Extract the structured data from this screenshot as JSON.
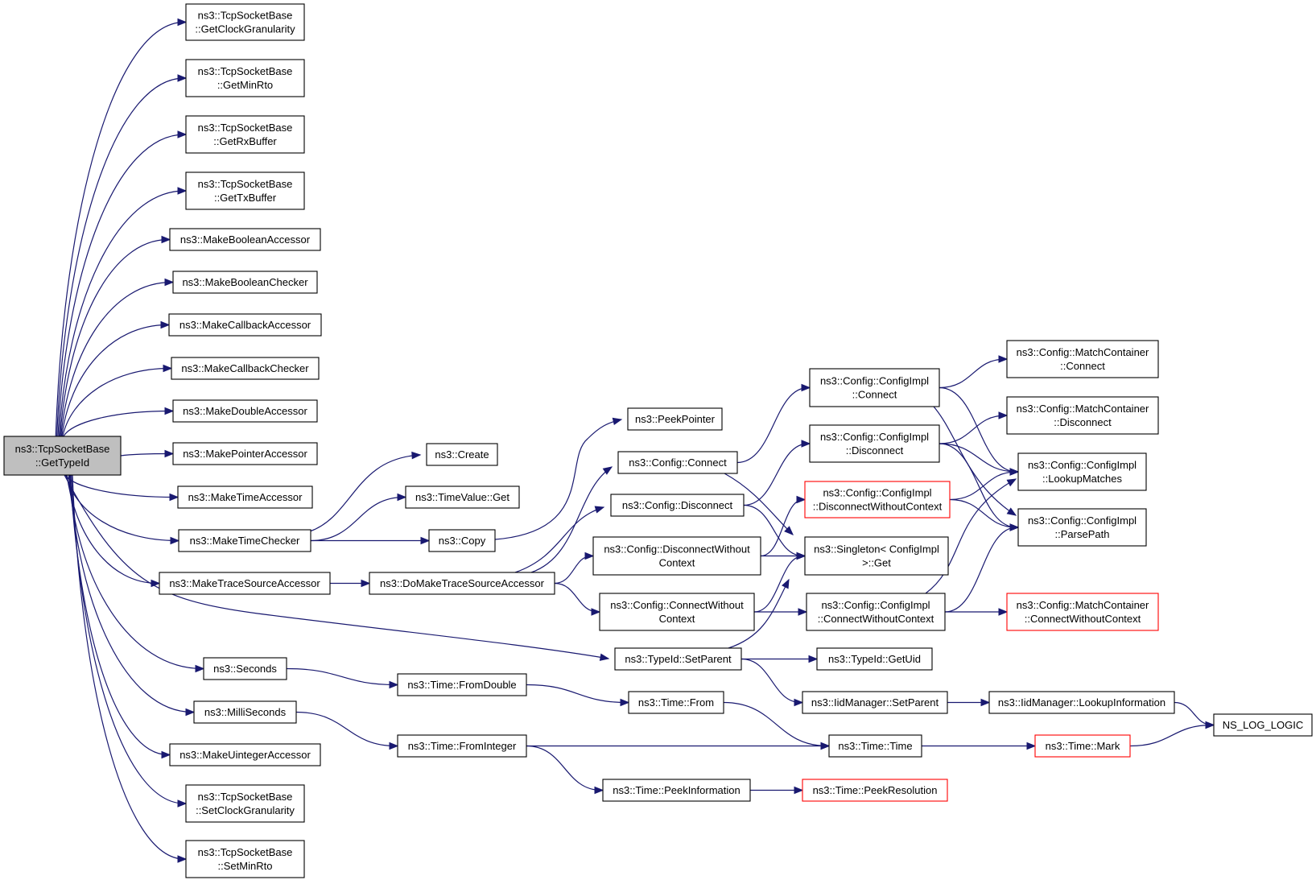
{
  "nodes": [
    {
      "id": "root",
      "lines": [
        "ns3::TcpSocketBase",
        "::GetTypeId"
      ],
      "style": "root"
    },
    {
      "id": "getClockGranularity",
      "lines": [
        "ns3::TcpSocketBase",
        "::GetClockGranularity"
      ]
    },
    {
      "id": "getMinRto",
      "lines": [
        "ns3::TcpSocketBase",
        "::GetMinRto"
      ]
    },
    {
      "id": "getRxBuffer",
      "lines": [
        "ns3::TcpSocketBase",
        "::GetRxBuffer"
      ]
    },
    {
      "id": "getTxBuffer",
      "lines": [
        "ns3::TcpSocketBase",
        "::GetTxBuffer"
      ]
    },
    {
      "id": "makeBooleanAccessor",
      "lines": [
        "ns3::MakeBooleanAccessor"
      ]
    },
    {
      "id": "makeBooleanChecker",
      "lines": [
        "ns3::MakeBooleanChecker"
      ]
    },
    {
      "id": "makeCallbackAccessor",
      "lines": [
        "ns3::MakeCallbackAccessor"
      ]
    },
    {
      "id": "makeCallbackChecker",
      "lines": [
        "ns3::MakeCallbackChecker"
      ]
    },
    {
      "id": "makeDoubleAccessor",
      "lines": [
        "ns3::MakeDoubleAccessor"
      ]
    },
    {
      "id": "makePointerAccessor",
      "lines": [
        "ns3::MakePointerAccessor"
      ]
    },
    {
      "id": "makeTimeAccessor",
      "lines": [
        "ns3::MakeTimeAccessor"
      ]
    },
    {
      "id": "makeTimeChecker",
      "lines": [
        "ns3::MakeTimeChecker"
      ]
    },
    {
      "id": "makeTraceSourceAccessor",
      "lines": [
        "ns3::MakeTraceSourceAccessor"
      ]
    },
    {
      "id": "seconds",
      "lines": [
        "ns3::Seconds"
      ]
    },
    {
      "id": "milliSeconds",
      "lines": [
        "ns3::MilliSeconds"
      ]
    },
    {
      "id": "makeUintegerAccessor",
      "lines": [
        "ns3::MakeUintegerAccessor"
      ]
    },
    {
      "id": "setClockGranularity",
      "lines": [
        "ns3::TcpSocketBase",
        "::SetClockGranularity"
      ]
    },
    {
      "id": "setMinRto",
      "lines": [
        "ns3::TcpSocketBase",
        "::SetMinRto"
      ]
    },
    {
      "id": "create",
      "lines": [
        "ns3::Create"
      ]
    },
    {
      "id": "timeValueGet",
      "lines": [
        "ns3::TimeValue::Get"
      ]
    },
    {
      "id": "copy",
      "lines": [
        "ns3::Copy"
      ]
    },
    {
      "id": "doMakeTraceSourceAccessor",
      "lines": [
        "ns3::DoMakeTraceSourceAccessor"
      ]
    },
    {
      "id": "peekPointer",
      "lines": [
        "ns3::PeekPointer"
      ]
    },
    {
      "id": "configConnect",
      "lines": [
        "ns3::Config::Connect"
      ]
    },
    {
      "id": "configDisconnect",
      "lines": [
        "ns3::Config::Disconnect"
      ]
    },
    {
      "id": "configDisconnectWithoutContext",
      "lines": [
        "ns3::Config::DisconnectWithout",
        "Context"
      ]
    },
    {
      "id": "configConnectWithoutContext",
      "lines": [
        "ns3::Config::ConnectWithout",
        "Context"
      ]
    },
    {
      "id": "typeIdSetParent",
      "lines": [
        "ns3::TypeId::SetParent"
      ]
    },
    {
      "id": "timeFromDouble",
      "lines": [
        "ns3::Time::FromDouble"
      ]
    },
    {
      "id": "timeFromInteger",
      "lines": [
        "ns3::Time::FromInteger"
      ]
    },
    {
      "id": "timeFrom",
      "lines": [
        "ns3::Time::From"
      ]
    },
    {
      "id": "timePeekInformation",
      "lines": [
        "ns3::Time::PeekInformation"
      ]
    },
    {
      "id": "implConnect",
      "lines": [
        "ns3::Config::ConfigImpl",
        "::Connect"
      ]
    },
    {
      "id": "implDisconnect",
      "lines": [
        "ns3::Config::ConfigImpl",
        "::Disconnect"
      ]
    },
    {
      "id": "implDisconnectWithoutContext",
      "lines": [
        "ns3::Config::ConfigImpl",
        "::DisconnectWithoutContext"
      ],
      "style": "red"
    },
    {
      "id": "singletonGet",
      "lines": [
        "ns3::Singleton< ConfigImpl",
        ">::Get"
      ]
    },
    {
      "id": "implConnectWithoutContext",
      "lines": [
        "ns3::Config::ConfigImpl",
        "::ConnectWithoutContext"
      ]
    },
    {
      "id": "typeIdGetUid",
      "lines": [
        "ns3::TypeId::GetUid"
      ]
    },
    {
      "id": "iidSetParent",
      "lines": [
        "ns3::IidManager::SetParent"
      ]
    },
    {
      "id": "timeTime",
      "lines": [
        "ns3::Time::Time"
      ]
    },
    {
      "id": "timePeekResolution",
      "lines": [
        "ns3::Time::PeekResolution"
      ],
      "style": "red"
    },
    {
      "id": "matchConnect",
      "lines": [
        "ns3::Config::MatchContainer",
        "::Connect"
      ]
    },
    {
      "id": "matchDisconnect",
      "lines": [
        "ns3::Config::MatchContainer",
        "::Disconnect"
      ]
    },
    {
      "id": "lookupMatches",
      "lines": [
        "ns3::Config::ConfigImpl",
        "::LookupMatches"
      ]
    },
    {
      "id": "parsePath",
      "lines": [
        "ns3::Config::ConfigImpl",
        "::ParsePath"
      ]
    },
    {
      "id": "matchConnectWithoutContext",
      "lines": [
        "ns3::Config::MatchContainer",
        "::ConnectWithoutContext"
      ],
      "style": "red"
    },
    {
      "id": "iidLookupInformation",
      "lines": [
        "ns3::IidManager::LookupInformation"
      ]
    },
    {
      "id": "timeMark",
      "lines": [
        "ns3::Time::Mark"
      ],
      "style": "red"
    },
    {
      "id": "nsLogLogic",
      "lines": [
        "NS_LOG_LOGIC"
      ]
    }
  ],
  "edges": [
    [
      "root",
      "getClockGranularity"
    ],
    [
      "root",
      "getMinRto"
    ],
    [
      "root",
      "getRxBuffer"
    ],
    [
      "root",
      "getTxBuffer"
    ],
    [
      "root",
      "makeBooleanAccessor"
    ],
    [
      "root",
      "makeBooleanChecker"
    ],
    [
      "root",
      "makeCallbackAccessor"
    ],
    [
      "root",
      "makeCallbackChecker"
    ],
    [
      "root",
      "makeDoubleAccessor"
    ],
    [
      "root",
      "makePointerAccessor"
    ],
    [
      "root",
      "makeTimeAccessor"
    ],
    [
      "root",
      "makeTimeChecker"
    ],
    [
      "root",
      "makeTraceSourceAccessor"
    ],
    [
      "root",
      "typeIdSetParent"
    ],
    [
      "root",
      "seconds"
    ],
    [
      "root",
      "milliSeconds"
    ],
    [
      "root",
      "makeUintegerAccessor"
    ],
    [
      "root",
      "setClockGranularity"
    ],
    [
      "root",
      "setMinRto"
    ],
    [
      "makeTimeChecker",
      "create"
    ],
    [
      "makeTimeChecker",
      "timeValueGet"
    ],
    [
      "makeTimeChecker",
      "copy"
    ],
    [
      "makeTraceSourceAccessor",
      "doMakeTraceSourceAccessor"
    ],
    [
      "copy",
      "peekPointer"
    ],
    [
      "doMakeTraceSourceAccessor",
      "configConnect"
    ],
    [
      "doMakeTraceSourceAccessor",
      "configDisconnect"
    ],
    [
      "doMakeTraceSourceAccessor",
      "configDisconnectWithoutContext"
    ],
    [
      "doMakeTraceSourceAccessor",
      "configConnectWithoutContext"
    ],
    [
      "configConnect",
      "implConnect"
    ],
    [
      "configConnect",
      "singletonGet"
    ],
    [
      "configDisconnect",
      "implDisconnect"
    ],
    [
      "configDisconnect",
      "singletonGet"
    ],
    [
      "configDisconnectWithoutContext",
      "implDisconnectWithoutContext"
    ],
    [
      "configDisconnectWithoutContext",
      "singletonGet"
    ],
    [
      "configConnectWithoutContext",
      "singletonGet"
    ],
    [
      "configConnectWithoutContext",
      "implConnectWithoutContext"
    ],
    [
      "implConnect",
      "matchConnect"
    ],
    [
      "implConnect",
      "lookupMatches"
    ],
    [
      "implConnect",
      "parsePath"
    ],
    [
      "implDisconnect",
      "matchDisconnect"
    ],
    [
      "implDisconnect",
      "lookupMatches"
    ],
    [
      "implDisconnect",
      "parsePath"
    ],
    [
      "implDisconnectWithoutContext",
      "lookupMatches"
    ],
    [
      "implDisconnectWithoutContext",
      "parsePath"
    ],
    [
      "implConnectWithoutContext",
      "lookupMatches"
    ],
    [
      "implConnectWithoutContext",
      "parsePath"
    ],
    [
      "implConnectWithoutContext",
      "matchConnectWithoutContext"
    ],
    [
      "typeIdSetParent",
      "singletonGet"
    ],
    [
      "typeIdSetParent",
      "typeIdGetUid"
    ],
    [
      "typeIdSetParent",
      "iidSetParent"
    ],
    [
      "iidSetParent",
      "iidLookupInformation"
    ],
    [
      "iidLookupInformation",
      "nsLogLogic"
    ],
    [
      "seconds",
      "timeFromDouble"
    ],
    [
      "timeFromDouble",
      "timeFrom"
    ],
    [
      "timeFrom",
      "timeTime"
    ],
    [
      "milliSeconds",
      "timeFromInteger"
    ],
    [
      "timeFromInteger",
      "timeTime"
    ],
    [
      "timeFromInteger",
      "timePeekInformation"
    ],
    [
      "timePeekInformation",
      "timePeekResolution"
    ],
    [
      "timeTime",
      "timeMark"
    ],
    [
      "timeMark",
      "nsLogLogic"
    ]
  ],
  "colors": {
    "edge": "#191970",
    "node_border": "#000000",
    "root_fill": "#bfbfbf",
    "highlight_border": "#ff0000"
  }
}
